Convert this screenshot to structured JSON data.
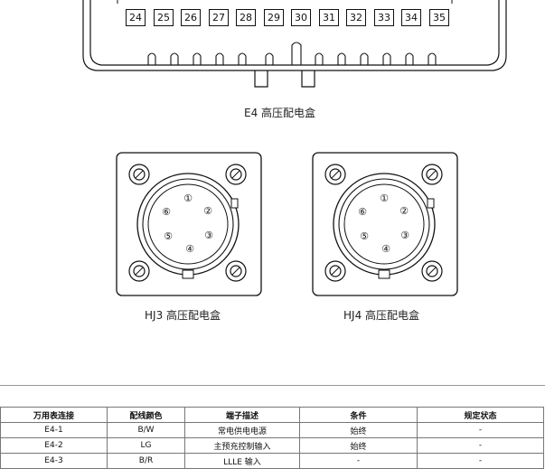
{
  "e4": {
    "pins": [
      "24",
      "25",
      "26",
      "27",
      "28",
      "29",
      "30",
      "31",
      "32",
      "33",
      "34",
      "35"
    ],
    "caption": "E4  高压配电盒"
  },
  "hj3": {
    "caption": "HJ3 高压配电盒",
    "pins": [
      "①",
      "②",
      "③",
      "④",
      "⑤",
      "⑥"
    ]
  },
  "hj4": {
    "caption": "HJ4 高压配电盒",
    "pins": [
      "①",
      "②",
      "③",
      "④",
      "⑤",
      "⑥"
    ]
  },
  "table": {
    "headers": [
      "万用表连接",
      "配线颜色",
      "端子描述",
      "条件",
      "规定状态"
    ],
    "rows": [
      [
        "E4-1",
        "B/W",
        "常电供电电源",
        "始终",
        "-"
      ],
      [
        "E4-2",
        "LG",
        "主预充控制输入",
        "始终",
        "-"
      ],
      [
        "E4-3",
        "B/R",
        "LLLE 输入",
        "-",
        "-"
      ]
    ]
  }
}
